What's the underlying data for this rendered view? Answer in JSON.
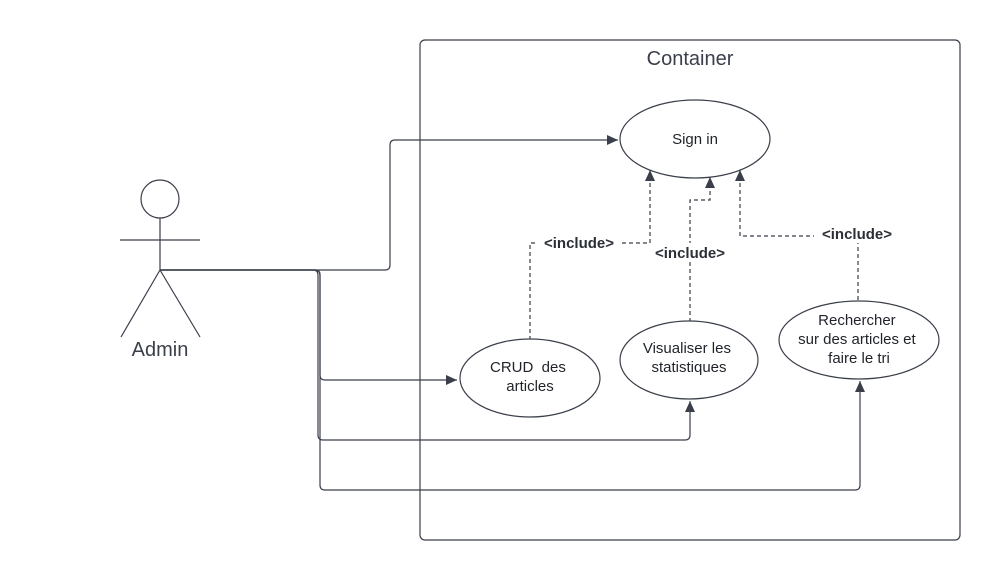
{
  "container": {
    "title": "Container"
  },
  "actor": {
    "name": "Admin"
  },
  "use_cases": {
    "sign_in": {
      "lines": [
        "Sign in"
      ]
    },
    "crud": {
      "lines": [
        "CRUD  des",
        "articles"
      ]
    },
    "stats": {
      "lines": [
        "Visualiser les",
        "statistiques"
      ]
    },
    "search": {
      "lines": [
        "Rechercher",
        "sur des articles et",
        "faire le tri"
      ]
    }
  },
  "relations": {
    "include_crud": "<include>",
    "include_stats": "<include>",
    "include_search": "<include>"
  }
}
